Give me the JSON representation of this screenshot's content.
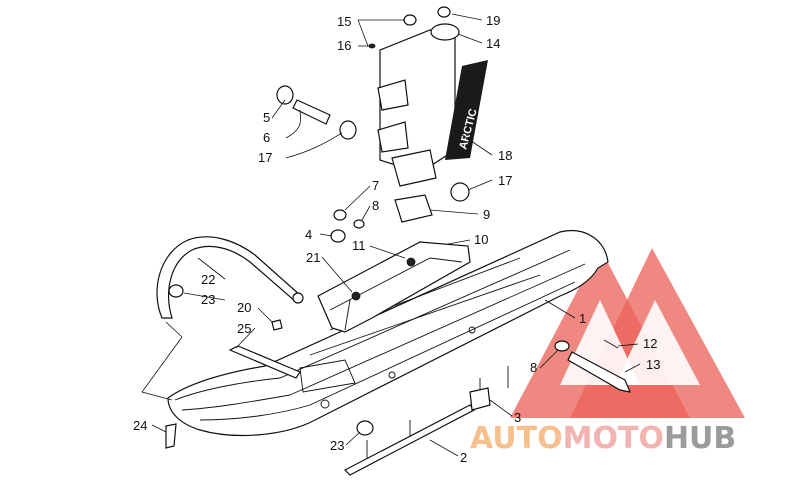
{
  "callouts": [
    {
      "id": "1",
      "text": "1"
    },
    {
      "id": "2",
      "text": "2"
    },
    {
      "id": "3",
      "text": "3"
    },
    {
      "id": "4",
      "text": "4"
    },
    {
      "id": "5",
      "text": "5"
    },
    {
      "id": "6",
      "text": "6"
    },
    {
      "id": "7",
      "text": "7"
    },
    {
      "id": "8a",
      "text": "8"
    },
    {
      "id": "8b",
      "text": "8"
    },
    {
      "id": "9",
      "text": "9"
    },
    {
      "id": "10",
      "text": "10"
    },
    {
      "id": "11",
      "text": "11"
    },
    {
      "id": "12",
      "text": "12"
    },
    {
      "id": "13",
      "text": "13"
    },
    {
      "id": "14",
      "text": "14"
    },
    {
      "id": "15",
      "text": "15"
    },
    {
      "id": "16",
      "text": "16"
    },
    {
      "id": "17a",
      "text": "17"
    },
    {
      "id": "17b",
      "text": "17"
    },
    {
      "id": "18",
      "text": "18"
    },
    {
      "id": "19",
      "text": "19"
    },
    {
      "id": "20",
      "text": "20"
    },
    {
      "id": "21",
      "text": "21"
    },
    {
      "id": "22",
      "text": "22"
    },
    {
      "id": "23a",
      "text": "23"
    },
    {
      "id": "23b",
      "text": "23"
    },
    {
      "id": "24",
      "text": "24"
    },
    {
      "id": "25",
      "text": "25"
    }
  ],
  "watermark": {
    "text_part1": "AUTO",
    "text_part2": "MOTO",
    "text_part3": "HUB",
    "color_part1": "#f5b57a",
    "color_part2": "#f2a6a3",
    "color_part3": "#8a8a8a",
    "triangle_color": "#e8453c"
  },
  "spindle_decal_text": "ARCTIC"
}
